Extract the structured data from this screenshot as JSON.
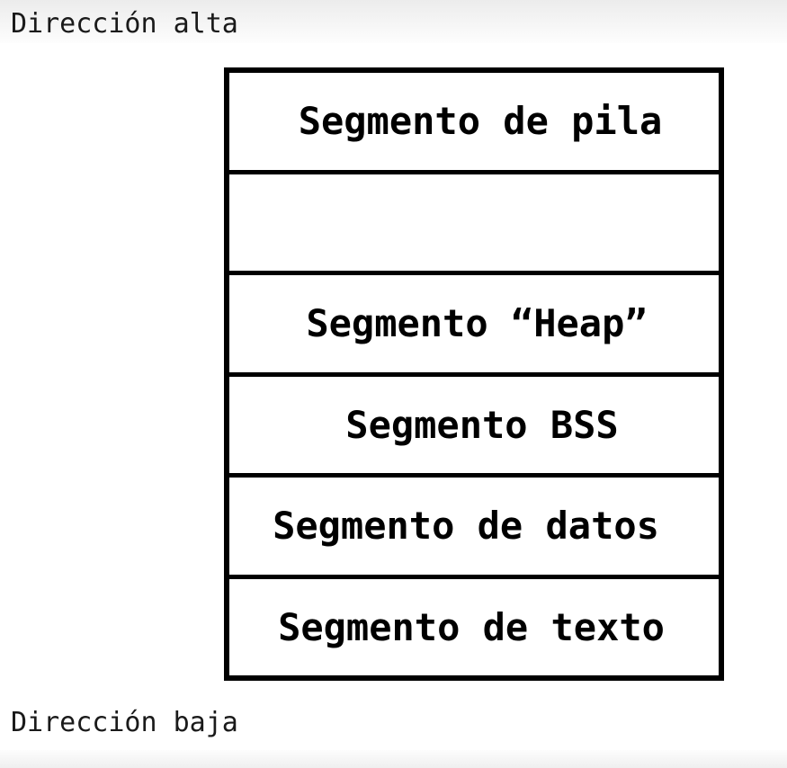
{
  "labels": {
    "high_address": "Dirección alta",
    "low_address": "Dirección baja"
  },
  "segments": [
    {
      "label": "Segmento de pila"
    },
    {
      "label": ""
    },
    {
      "label": "Segmento “Heap”"
    },
    {
      "label": "Segmento BSS"
    },
    {
      "label": "Segmento de datos"
    },
    {
      "label": "Segmento de texto"
    }
  ]
}
